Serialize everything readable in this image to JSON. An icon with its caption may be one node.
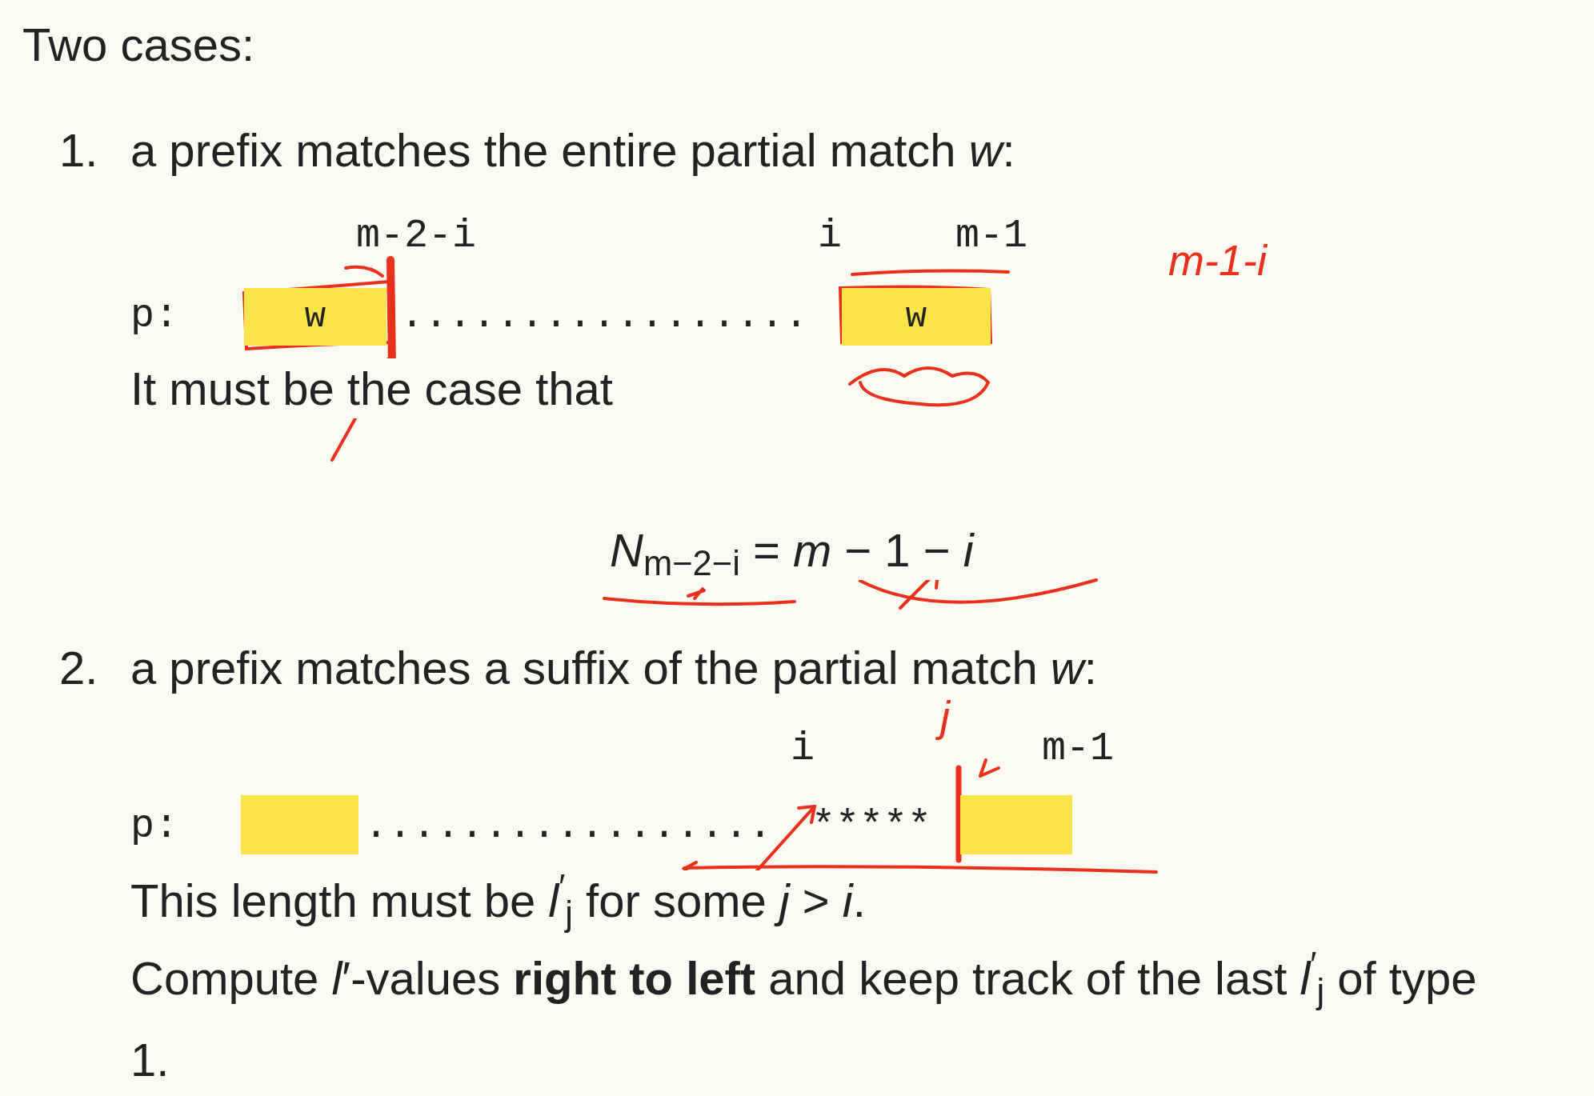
{
  "diagram": {
    "title": "Two cases:",
    "nodes": [
      {
        "text": [
          "w"
        ]
      },
      {
        "text": [
          "w"
        ]
      },
      {
        "text": [],
        "shape": "box"
      },
      {
        "text": [],
        "shape": "box"
      }
    ],
    "labels": [
      "1.",
      "a prefix matches the entire partial match *w*:",
      "m-2-i",
      "i",
      "m-1",
      "m-1-i",
      "p:",
      ".................",
      "It must be the case that",
      "*N*$_{m−2−i}$ = *m* − 1 − *i*",
      "2.",
      "a prefix matches a suffix of the partial match *w*:",
      "i",
      "j",
      "m-1",
      "p:",
      ".................",
      "*****",
      "This length must be *l*$^{′}$$_{j}$ for some *j* > *i*.",
      "Compute *l*′-values **right to left** and keep track of the last *l*$^{′}$$_{j}$ of type 1."
    ]
  }
}
